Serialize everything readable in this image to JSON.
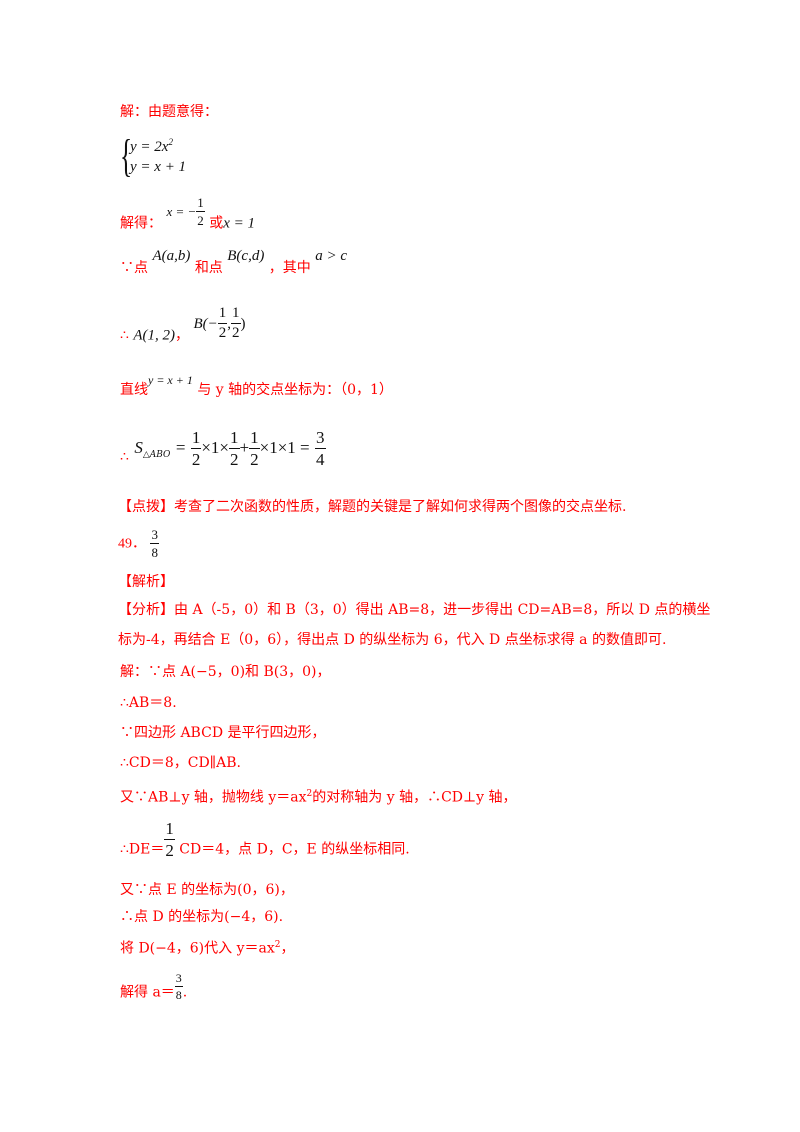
{
  "solution1": {
    "intro": "解：由题意得：",
    "system": {
      "eq1": "y = 2x",
      "eq1_sup": "2",
      "eq2": "y = x + 1"
    },
    "solve_label": "解得：",
    "x1_prefix": "x = −",
    "x1_num": "1",
    "x1_den": "2",
    "or": "或",
    "x2": "x = 1",
    "because_point": "∵点",
    "pointA": "A(a,b)",
    "and_point": "和点",
    "pointB": "B(c,d)",
    "where": "，其中",
    "condition": "a > c",
    "therefore": "∴",
    "A_coord": "A(1, 2)",
    "comma": "，",
    "B_prefix": "B(−",
    "B_x_num": "1",
    "B_x_den": "2",
    "B_sep": ",",
    "B_y_num": "1",
    "B_y_den": "2",
    "B_suffix": ")",
    "line_label": "直线",
    "line_eq": "y = x + 1",
    "intercept_text": "与 y 轴的交点坐标为：（0，1）",
    "area_therefore": "∴",
    "area_S": "S",
    "area_sub": "△ABO",
    "area_eq": "=",
    "t1_num": "1",
    "t1_den": "2",
    "t1_mid": "×1×",
    "t2_num": "1",
    "t2_den": "2",
    "plus": "+",
    "t3_num": "1",
    "t3_den": "2",
    "t3_mid": "×1×1 =",
    "res_num": "3",
    "res_den": "4"
  },
  "tip": "【点拨】考查了二次函数的性质，解题的关键是了解如何求得两个图像的交点坐标.",
  "problem49": {
    "number": "49．",
    "answer_num": "3",
    "answer_den": "8",
    "analysis_heading": "【解析】",
    "analysis_line1": "【分析】由 A（-5，0）和 B（3，0）得出 AB=8，进一步得出 CD=AB=8，所以 D 点的横坐",
    "analysis_line2": "标为-4，再结合 E（0，6），得出点 D 的纵坐标为 6，代入 D 点坐标求得 a 的数值即可.",
    "step1": " 解：∵点 A(−5，0)和 B(3，0)，",
    "step2": "∴AB＝8.",
    "step3": "∵四边形 ABCD 是平行四边形，",
    "step4": "∴CD＝8，CD∥AB.",
    "step5_a": "又∵AB⊥y 轴，抛物线 y＝ax",
    "step5_sup": "2",
    "step5_b": "的对称轴为 y 轴，∴CD⊥y 轴，",
    "step6_a": "∴DE＝",
    "step6_num": "1",
    "step6_den": "2",
    "step6_b": " CD＝4，点 D，C，E 的纵坐标相同.",
    "step7": "又∵点 E 的坐标为(0，6)，",
    "step8": "∴点 D 的坐标为(−4，6).",
    "step9_a": "将 D(−4，6)代入 y＝ax",
    "step9_sup": "2",
    "step9_b": "，",
    "step10_a": "解得 a＝",
    "step10_num": "3",
    "step10_den": "8",
    "step10_b": "."
  },
  "colors": {
    "solution_text": "#ff0000",
    "math_text": "#111111",
    "background": "#ffffff"
  }
}
